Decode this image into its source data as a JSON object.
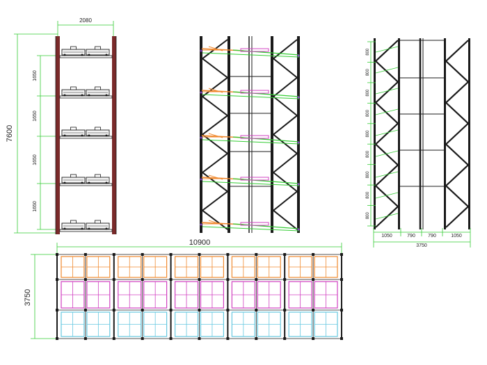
{
  "side_view": {
    "width_label": "2080",
    "height_label": "7600",
    "level_labels": [
      "1650",
      "1650",
      "1650",
      "1650"
    ]
  },
  "end_view": {
    "level_labels": [
      "800",
      "800",
      "800",
      "800",
      "800",
      "800",
      "800",
      "800",
      "800"
    ],
    "bay_labels": [
      "1050",
      "790",
      "790",
      "1050"
    ],
    "total_label": "3750"
  },
  "plan_view": {
    "length_label": "10900",
    "depth_label": "3750"
  },
  "colors": {
    "frame": "#1a1a1a",
    "upright": "#7a2a2a",
    "dimension": "#33cc33",
    "orange": "#f08a30",
    "magenta": "#d040c0",
    "cyan": "#66c8e0",
    "purple": "#8040c0"
  }
}
